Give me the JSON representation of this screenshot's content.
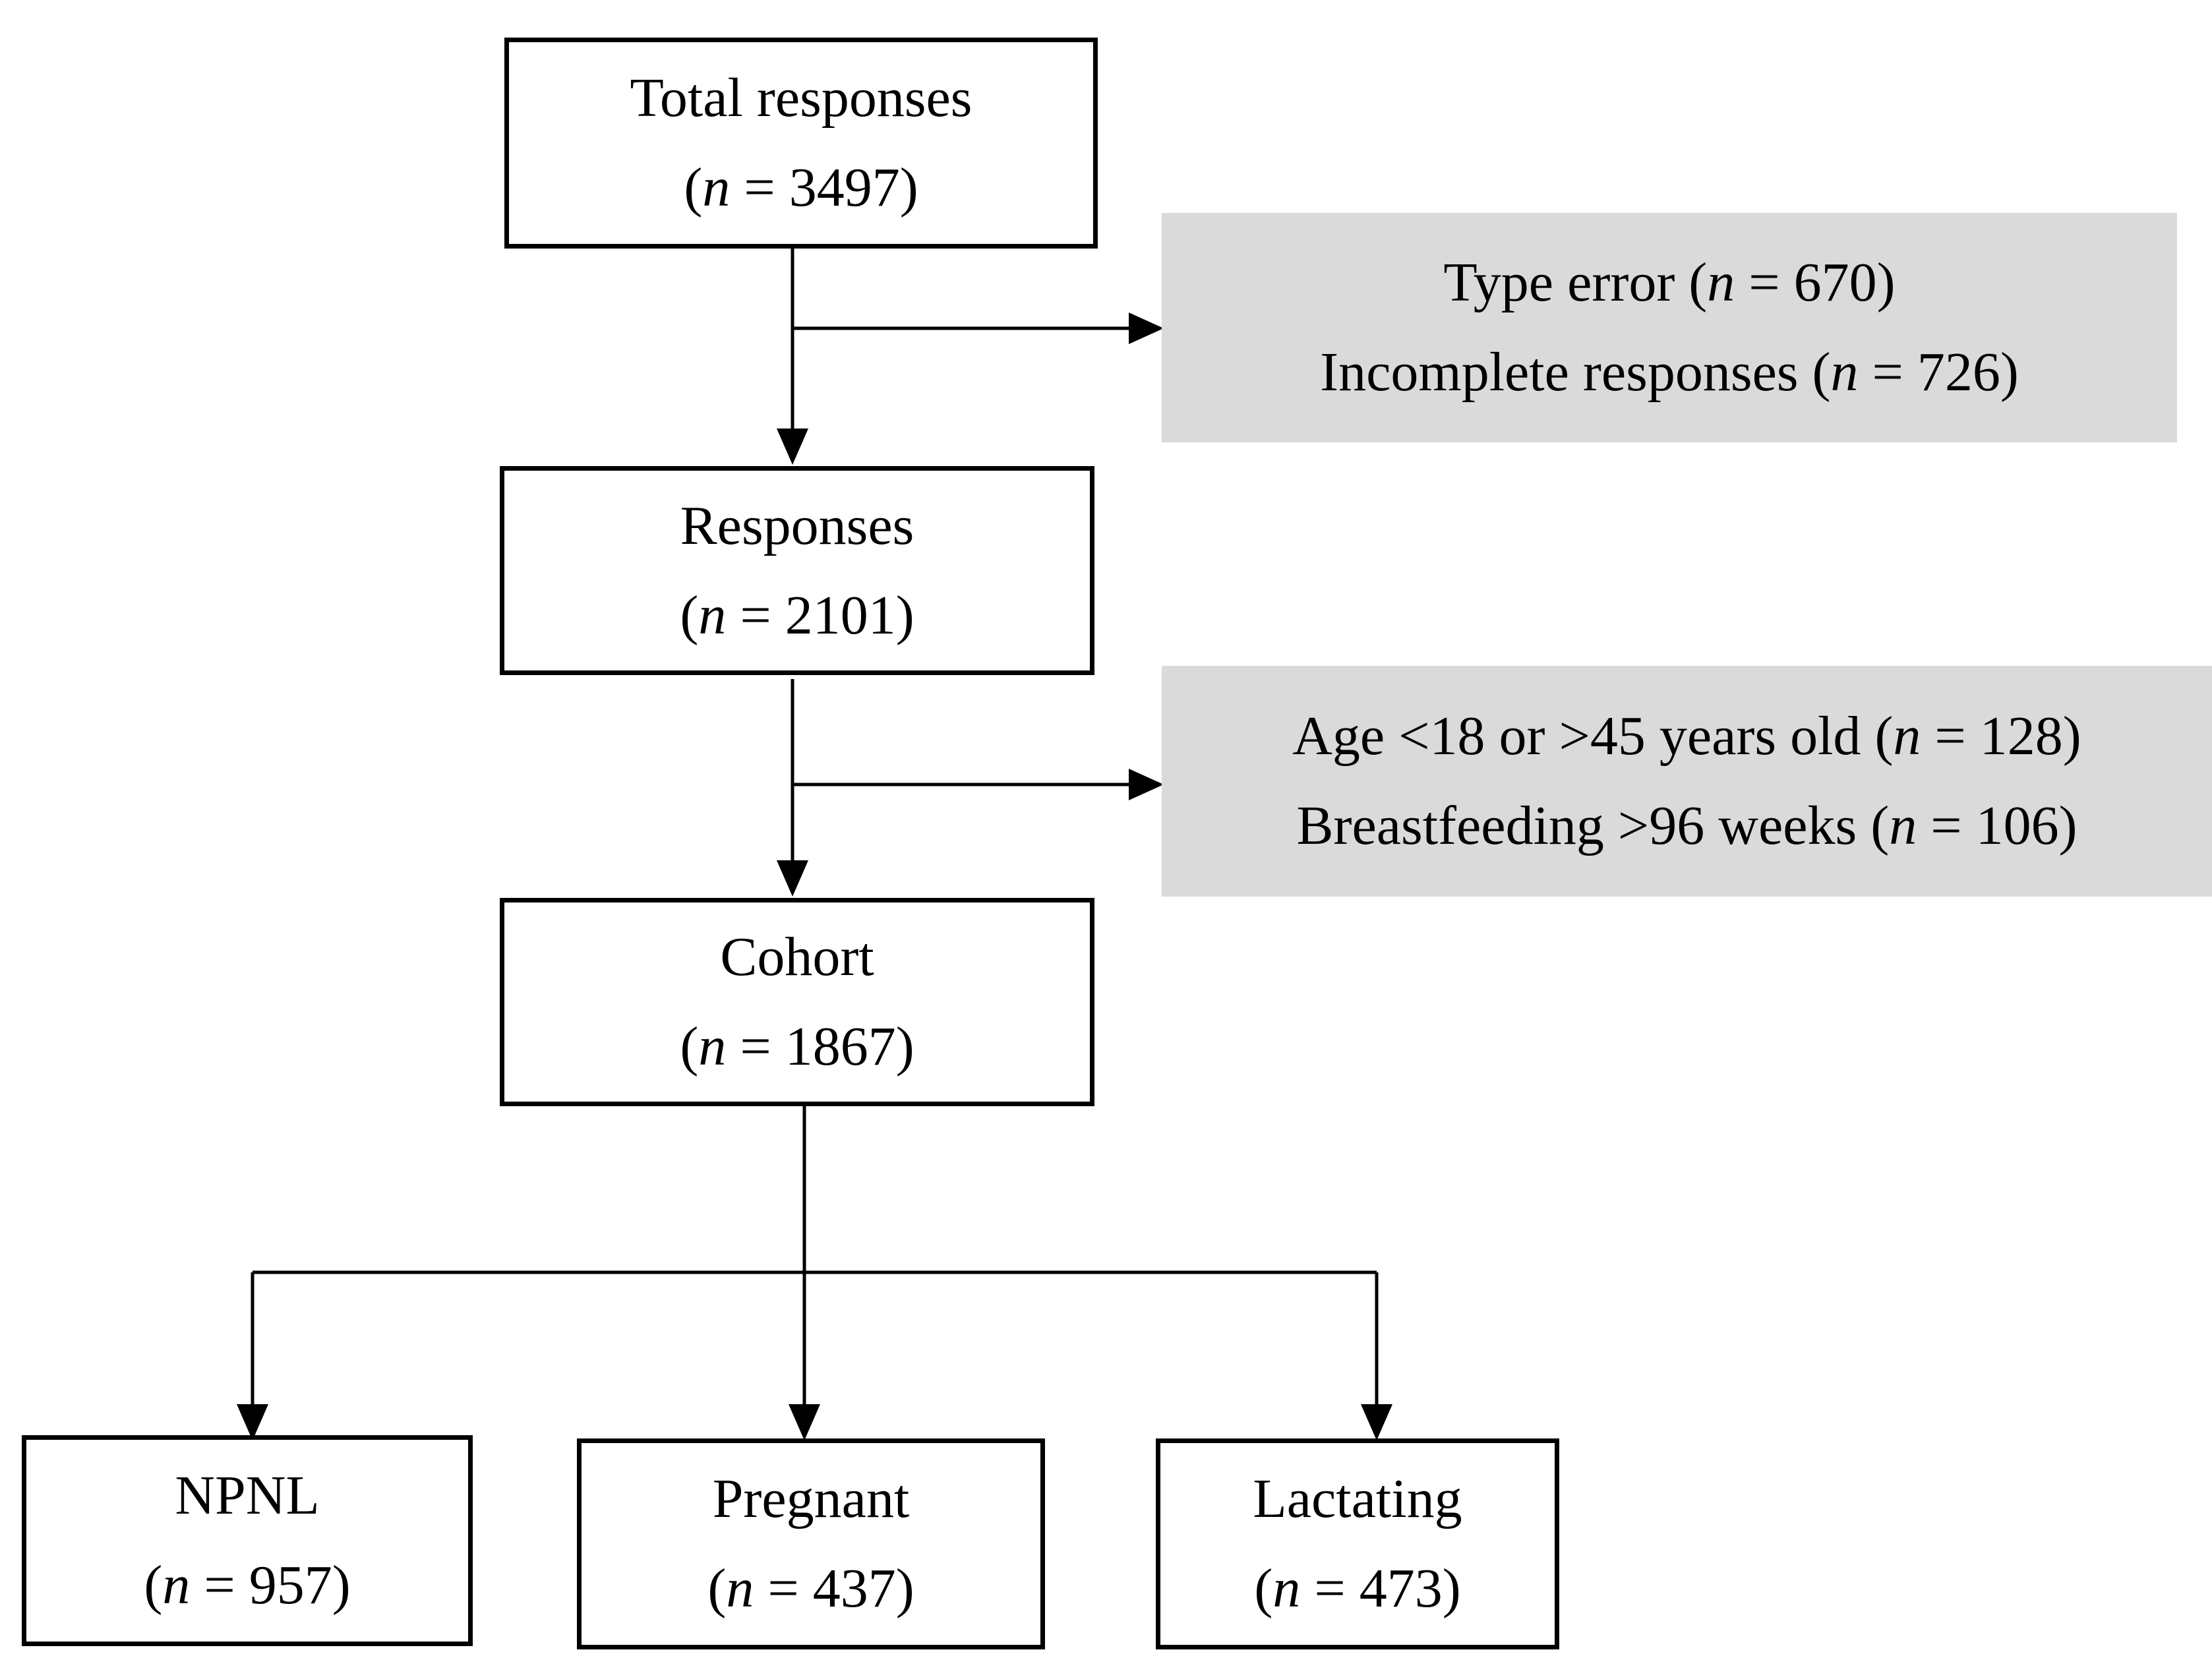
{
  "diagram": {
    "type": "flowchart",
    "n_symbol": "n",
    "nodes": {
      "total": {
        "label": "Total responses",
        "n_value": "3497"
      },
      "responses": {
        "label": "Responses",
        "n_value": "2101"
      },
      "cohort": {
        "label": "Cohort",
        "n_value": "1867"
      },
      "npnl": {
        "label": "NPNL",
        "n_value": "957"
      },
      "pregnant": {
        "label": "Pregnant",
        "n_value": "437"
      },
      "lactating": {
        "label": "Lactating",
        "n_value": "473"
      }
    },
    "exclusions": [
      {
        "lines": [
          {
            "label": "Type error",
            "n_value": "670"
          },
          {
            "label": "Incomplete responses",
            "n_value": "726"
          }
        ]
      },
      {
        "lines": [
          {
            "label": "Age <18 or >45 years old",
            "n_value": "128"
          },
          {
            "label": "Breastfeeding >96 weeks",
            "n_value": "106"
          }
        ]
      }
    ],
    "colors": {
      "box_border": "#000000",
      "exclusion_fill": "#dadada",
      "connector": "#000000"
    }
  }
}
